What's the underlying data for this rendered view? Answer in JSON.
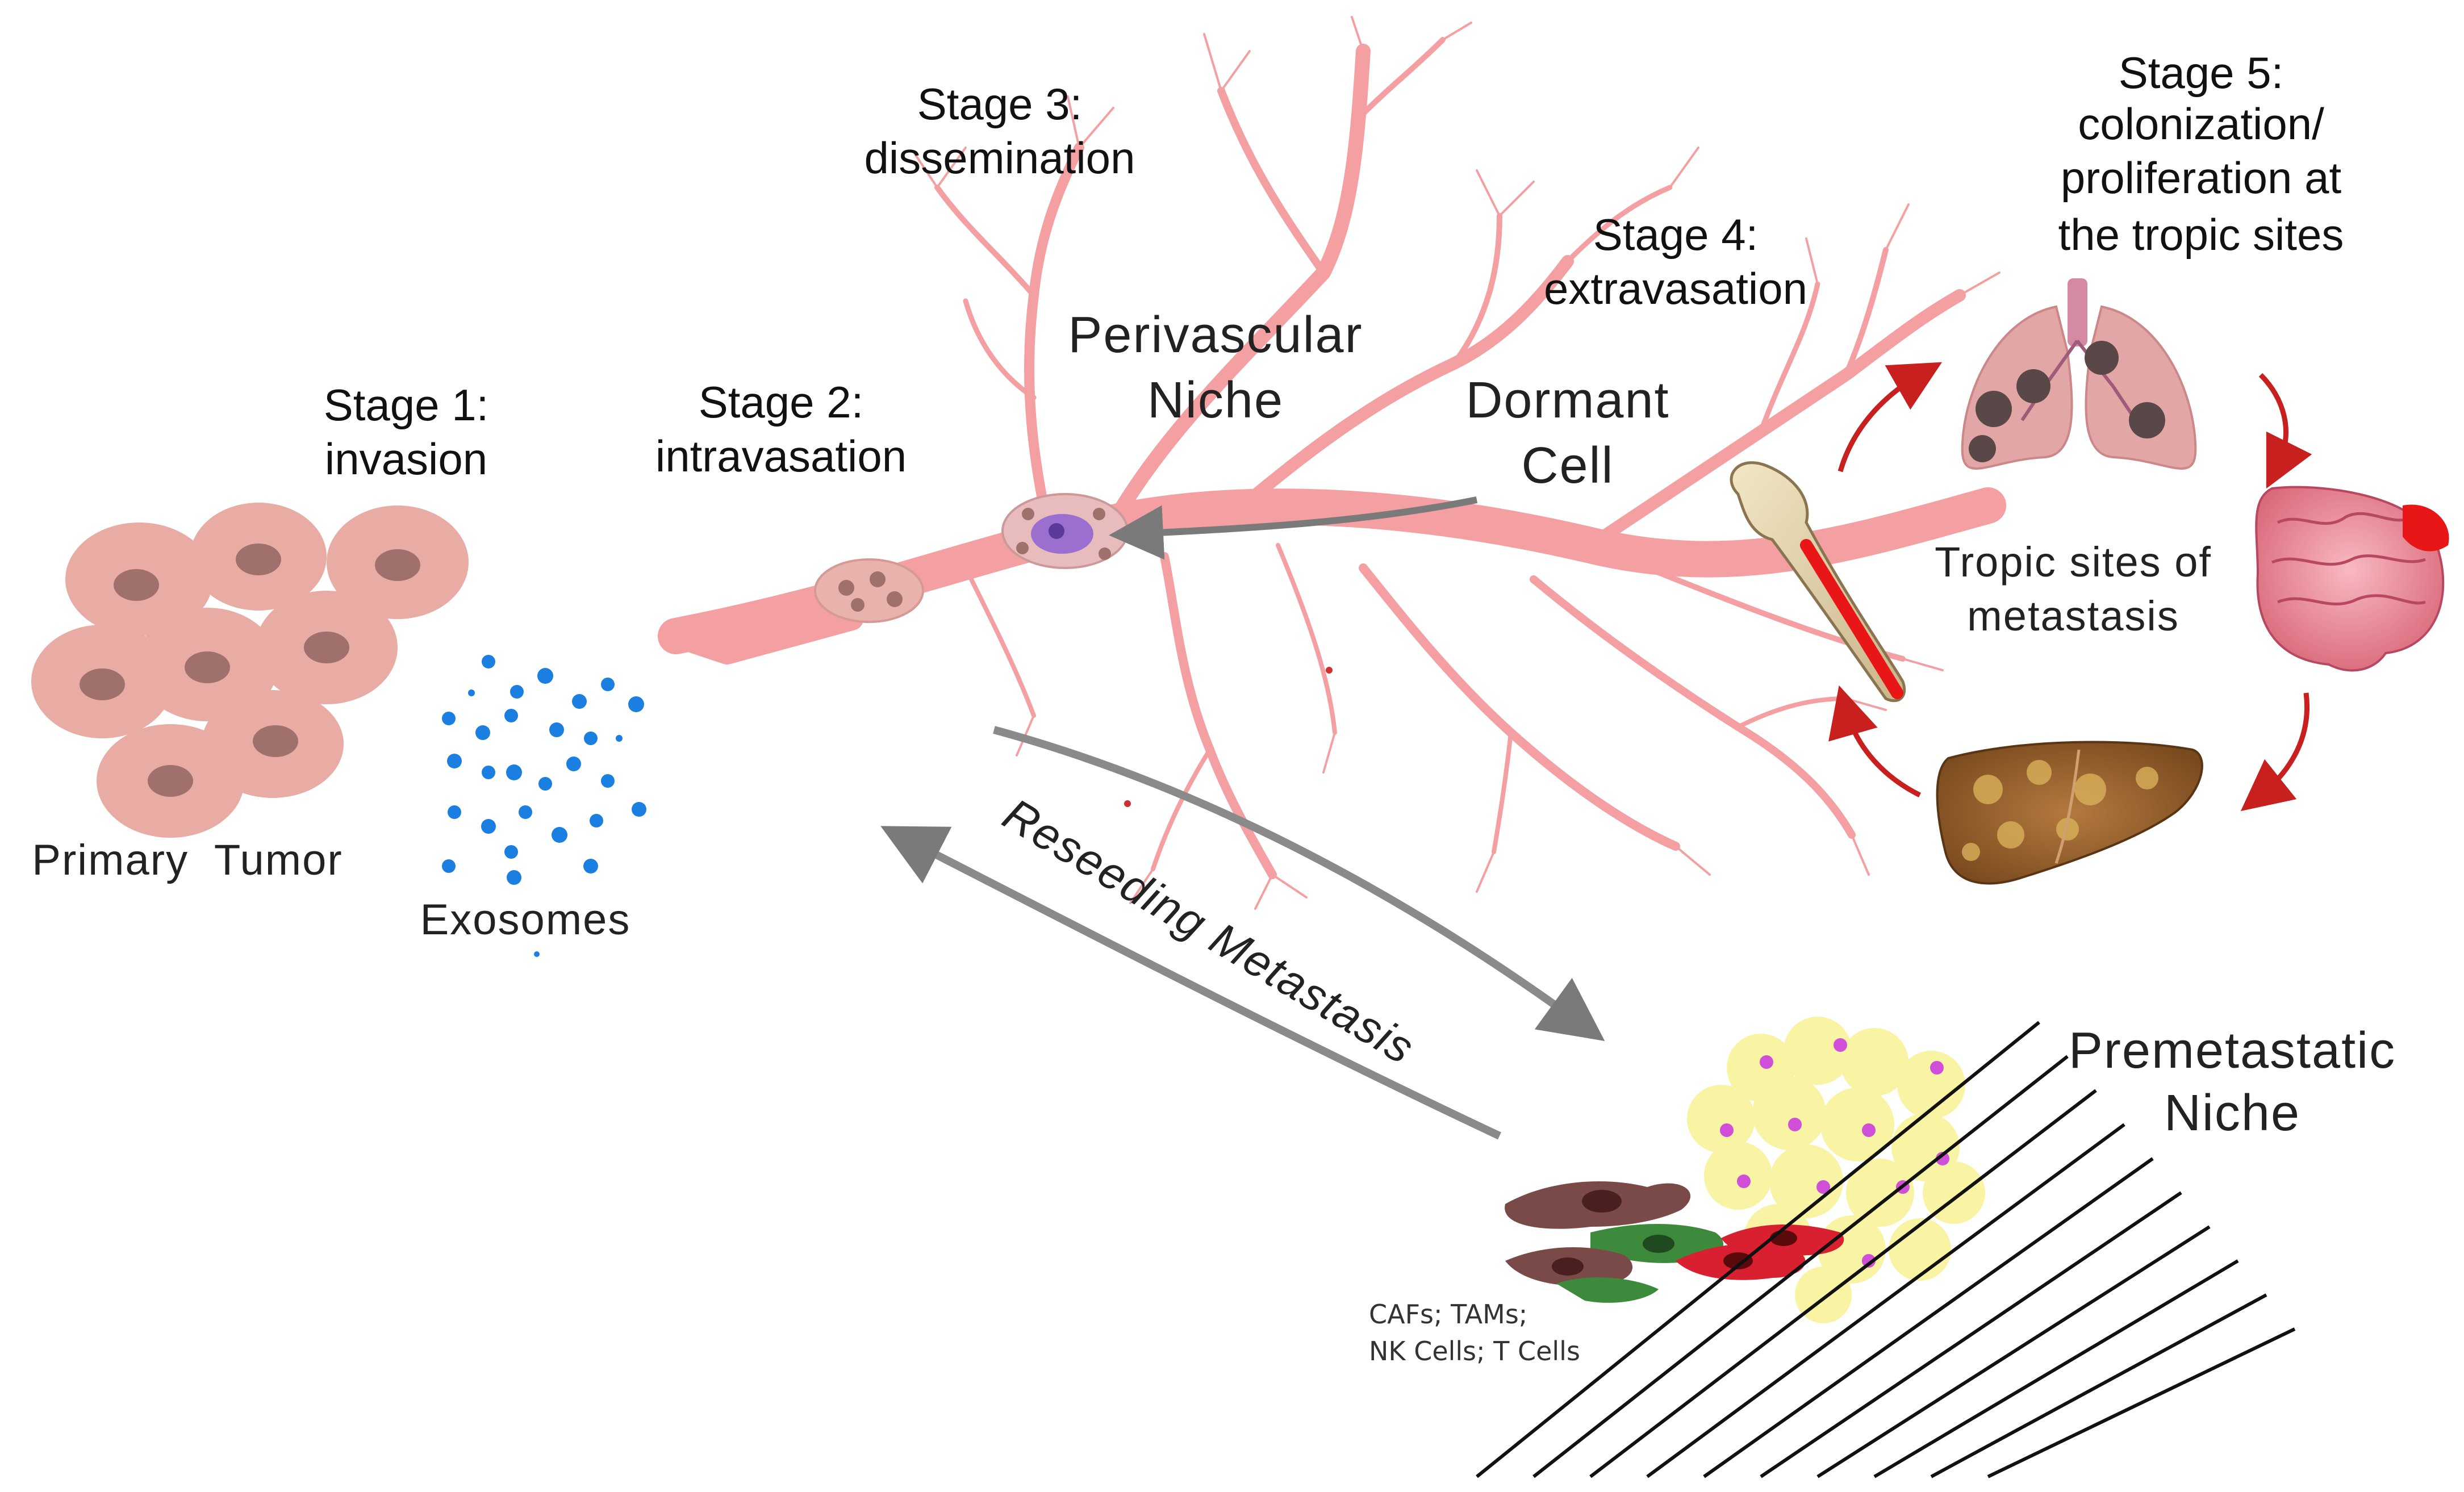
{
  "stages": {
    "stage1": {
      "line1": "Stage 1:",
      "line2": "invasion"
    },
    "stage2": {
      "line1": "Stage 2:",
      "line2": "intravasation"
    },
    "stage3": {
      "line1": "Stage 3:",
      "line2": "dissemination"
    },
    "stage4": {
      "line1": "Stage 4:",
      "line2": "extravasation"
    },
    "stage5": {
      "line1": "Stage 5:",
      "line2": "colonization/",
      "line3": "proliferation at",
      "line4": "the tropic sites"
    }
  },
  "labels": {
    "primary_tumor": "Primary  Tumor",
    "exosomes": "Exosomes",
    "perivascular_niche_1": "Perivascular",
    "perivascular_niche_2": "Niche",
    "dormant_cell_1": "Dormant",
    "dormant_cell_2": "Cell",
    "tropic_sites_1": "Tropic sites of",
    "tropic_sites_2": "metastasis",
    "reseeding": "Reseeding Metastasis",
    "premetastatic_1": "Premetastatic",
    "premetastatic_2": "Niche",
    "cells_1": "CAFs; TAMs;",
    "cells_2": "NK Cells; T Cells"
  },
  "organs": [
    "lungs-icon",
    "brain-icon",
    "liver-icon",
    "bone-icon"
  ],
  "colors": {
    "vessel": "#f4a0a3",
    "tumor_cell": "#e8aca5",
    "tumor_nucleus": "#a0706c",
    "exosome": "#1a7fe0",
    "arrow_red": "#c8201e",
    "arrow_gray": "#8a8a8a",
    "niche_yellow": "#f8f39a",
    "niche_magenta": "#d04fd8"
  }
}
